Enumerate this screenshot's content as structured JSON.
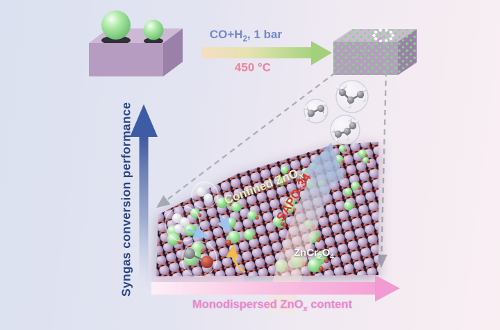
{
  "axes": {
    "y_label": "Syngas conversion performance",
    "x_pre": "Monodispersed ZnO",
    "x_sub": "x",
    "x_post": " content"
  },
  "reaction": {
    "feed_pre": "CO+H",
    "feed_sub": "2",
    "feed_post": ", 1 bar",
    "temperature": "450 °C"
  },
  "surface": {
    "confined_pre": "Confined ZnO",
    "confined_sub": "x",
    "zeolite": "SAPO-34",
    "spinel_p1": "ZnCr",
    "spinel_s1": "2",
    "spinel_p2": "O",
    "spinel_s2": "4"
  },
  "colors": {
    "background_left": "#dbe1f0",
    "background_right": "#f9eff3",
    "axis_blue": "#2a4585",
    "feed_text_blue": "#7389cb",
    "temperature_pink": "#ed8398",
    "monodispersed_pink": "#e986cb",
    "sapo_red": "#da382e",
    "confined_cream": "#f0eebf",
    "catalyst_purple": "#b69cc0",
    "zno_green": "#8edd8a",
    "oxygen_red": "#8e1d14",
    "feed_arrow_green": "#a9d37f",
    "content_arrow_pink": "#f5a2d5"
  }
}
